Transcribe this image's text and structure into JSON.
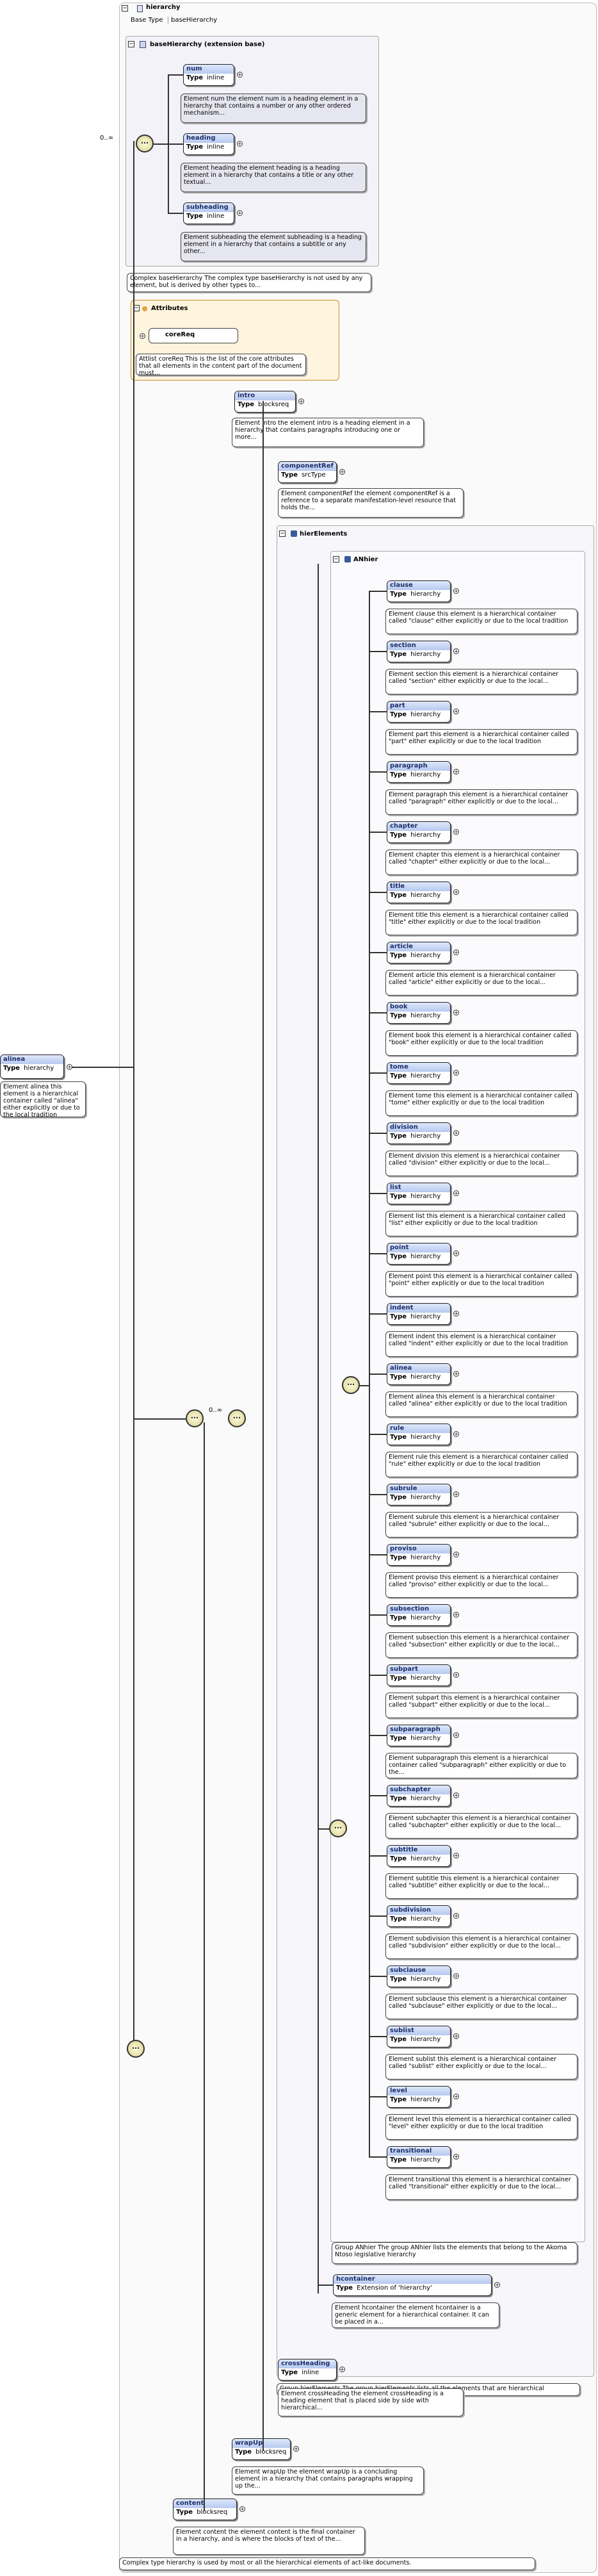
{
  "root": {
    "name": "hierarchy",
    "base_type_label": "Base Type",
    "base_type": "baseHierarchy",
    "doc": "Complex type hierarchy is used by most or all the hierarchical elements of act-like documents."
  },
  "base": {
    "title": "baseHierarchy (extension base)",
    "doc": "Complex baseHierarchy The complex type baseHierarchy is not used by any element, but is derived by other types to...",
    "occ": "0..∞",
    "items": [
      {
        "name": "num",
        "type": "inline",
        "doc": "Element num the element num is a heading element in a hierarchy that contains a number or any other ordered mechanism..."
      },
      {
        "name": "heading",
        "type": "inline",
        "doc": "Element heading the element heading is a heading element in a hierarchy that contains a title or any other textual..."
      },
      {
        "name": "subheading",
        "type": "inline",
        "doc": "Element subheading the element subheading is a heading element in a hierarchy that contains a subtitle or any other..."
      }
    ]
  },
  "attributes": {
    "title": "Attributes",
    "group": "coreReq",
    "doc": "Attlist coreReq This is the list of the core attributes that all elements in the content part of the document must..."
  },
  "left": {
    "name": "alinea",
    "type_label": "Type",
    "type": "hierarchy",
    "doc": "Element alinea this element is a hierarchical container called \"alinea\" either explicitly or due to the local tradition"
  },
  "intro": {
    "name": "intro",
    "type": "blocksreq",
    "doc": "Element intro the element intro is a heading element in a hierarchy that contains paragraphs introducing one or more..."
  },
  "componentRef": {
    "name": "componentRef",
    "type": "srcType",
    "doc": "Element componentRef the element componentRef is a reference to a separate manifestation-level resource that holds the..."
  },
  "group_title": "hierElements",
  "group_doc": "Group hierElements The group hierElements lists all the elements that are hierarchical",
  "anhier_title": "ANhier",
  "anhier_doc": "Group ANhier The group ANhier lists the elements that belong to the Akoma Ntoso legislative hierarchy",
  "type_label": "Type",
  "items": [
    {
      "name": "clause",
      "type": "hierarchy",
      "doc": "Element clause this element is a hierarchical container called \"clause\" either explicitly or due to the local tradition"
    },
    {
      "name": "section",
      "type": "hierarchy",
      "doc": "Element section this element is a hierarchical container called \"section\" either explicitly or due to the local..."
    },
    {
      "name": "part",
      "type": "hierarchy",
      "doc": "Element part this element is a hierarchical container called \"part\" either explicitly or due to the local tradition"
    },
    {
      "name": "paragraph",
      "type": "hierarchy",
      "doc": "Element paragraph this element is a hierarchical container called \"paragraph\" either explicitly or due to the local..."
    },
    {
      "name": "chapter",
      "type": "hierarchy",
      "doc": "Element chapter this element is a hierarchical container called \"chapter\" either explicitly or due to the local..."
    },
    {
      "name": "title",
      "type": "hierarchy",
      "doc": "Element title this element is a hierarchical container called \"title\" either explicitly or due to the local tradition"
    },
    {
      "name": "article",
      "type": "hierarchy",
      "doc": "Element article this element is a hierarchical container called \"article\" either explicitly or due to the local..."
    },
    {
      "name": "book",
      "type": "hierarchy",
      "doc": "Element book this element is a hierarchical container called \"book\" either explicitly or due to the local tradition"
    },
    {
      "name": "tome",
      "type": "hierarchy",
      "doc": "Element tome this element is a hierarchical container called \"tome\" either explicitly or due to the local tradition"
    },
    {
      "name": "division",
      "type": "hierarchy",
      "doc": "Element division this element is a hierarchical container called \"division\" either explicitly or due to the local..."
    },
    {
      "name": "list",
      "type": "hierarchy",
      "doc": "Element list this element is a hierarchical container called \"list\" either explicitly or due to the local tradition"
    },
    {
      "name": "point",
      "type": "hierarchy",
      "doc": "Element point this element is a hierarchical container called \"point\" either explicitly or due to the local tradition"
    },
    {
      "name": "indent",
      "type": "hierarchy",
      "doc": "Element indent this element is a hierarchical container called \"indent\" either explicitly or due to the local tradition"
    },
    {
      "name": "alinea",
      "type": "hierarchy",
      "doc": "Element alinea this element is a hierarchical container called \"alinea\" either explicitly or due to the local tradition"
    },
    {
      "name": "rule",
      "type": "hierarchy",
      "doc": "Element rule this element is a hierarchical container called \"rule\" either explicitly or due to the local tradition"
    },
    {
      "name": "subrule",
      "type": "hierarchy",
      "doc": "Element subrule this element is a hierarchical container called \"subrule\" either explicitly or due to the local..."
    },
    {
      "name": "proviso",
      "type": "hierarchy",
      "doc": "Element proviso this element is a hierarchical container called \"proviso\" either explicitly or due to the local..."
    },
    {
      "name": "subsection",
      "type": "hierarchy",
      "doc": "Element subsection this element is a hierarchical container called \"subsection\" either explicitly or due to the local..."
    },
    {
      "name": "subpart",
      "type": "hierarchy",
      "doc": "Element subpart this element is a hierarchical container called \"subpart\" either explicitly or due to the local..."
    },
    {
      "name": "subparagraph",
      "type": "hierarchy",
      "doc": "Element subparagraph this element is a hierarchical container called \"subparagraph\" either explicitly or due to the..."
    },
    {
      "name": "subchapter",
      "type": "hierarchy",
      "doc": "Element subchapter this element is a hierarchical container called \"subchapter\" either explicitly or due to the local..."
    },
    {
      "name": "subtitle",
      "type": "hierarchy",
      "doc": "Element subtitle this element is a hierarchical container called \"subtitle\" either explicitly or due to the local..."
    },
    {
      "name": "subdivision",
      "type": "hierarchy",
      "doc": "Element subdivision this element is a hierarchical container called \"subdivision\" either explicitly or due to the local..."
    },
    {
      "name": "subclause",
      "type": "hierarchy",
      "doc": "Element subclause this element is a hierarchical container called \"subclause\" either explicitly or due to the local..."
    },
    {
      "name": "sublist",
      "type": "hierarchy",
      "doc": "Element sublist this element is a hierarchical container called \"sublist\" either explicitly or due to the local..."
    },
    {
      "name": "level",
      "type": "hierarchy",
      "doc": "Element level this element is a hierarchical container called \"level\" either explicitly or due to the local tradition"
    },
    {
      "name": "transitional",
      "type": "hierarchy",
      "doc": "Element transitional this element is a hierarchical container called \"transitional\" either explicitly or due to the local..."
    }
  ],
  "hcontainer": {
    "name": "hcontainer",
    "type": "Extension of 'hierarchy'",
    "doc": "Element hcontainer the element hcontainer is a generic element for a hierarchical container. It can be placed in a..."
  },
  "crossHeading": {
    "name": "crossHeading",
    "type": "inline",
    "doc": "Element crossHeading the element crossHeading is a heading element that is placed side by side with hierarchical..."
  },
  "wrapUp": {
    "name": "wrapUp",
    "type": "blocksreq",
    "doc": "Element wrapUp the element wrapUp is a concluding element in a hierarchy that contains paragraphs wrapping up the..."
  },
  "content": {
    "name": "content",
    "type": "blocksreq",
    "doc": "Element content the element content is the final container in a hierarchy, and is where the blocks of text of the..."
  },
  "occ_many": "0..∞"
}
